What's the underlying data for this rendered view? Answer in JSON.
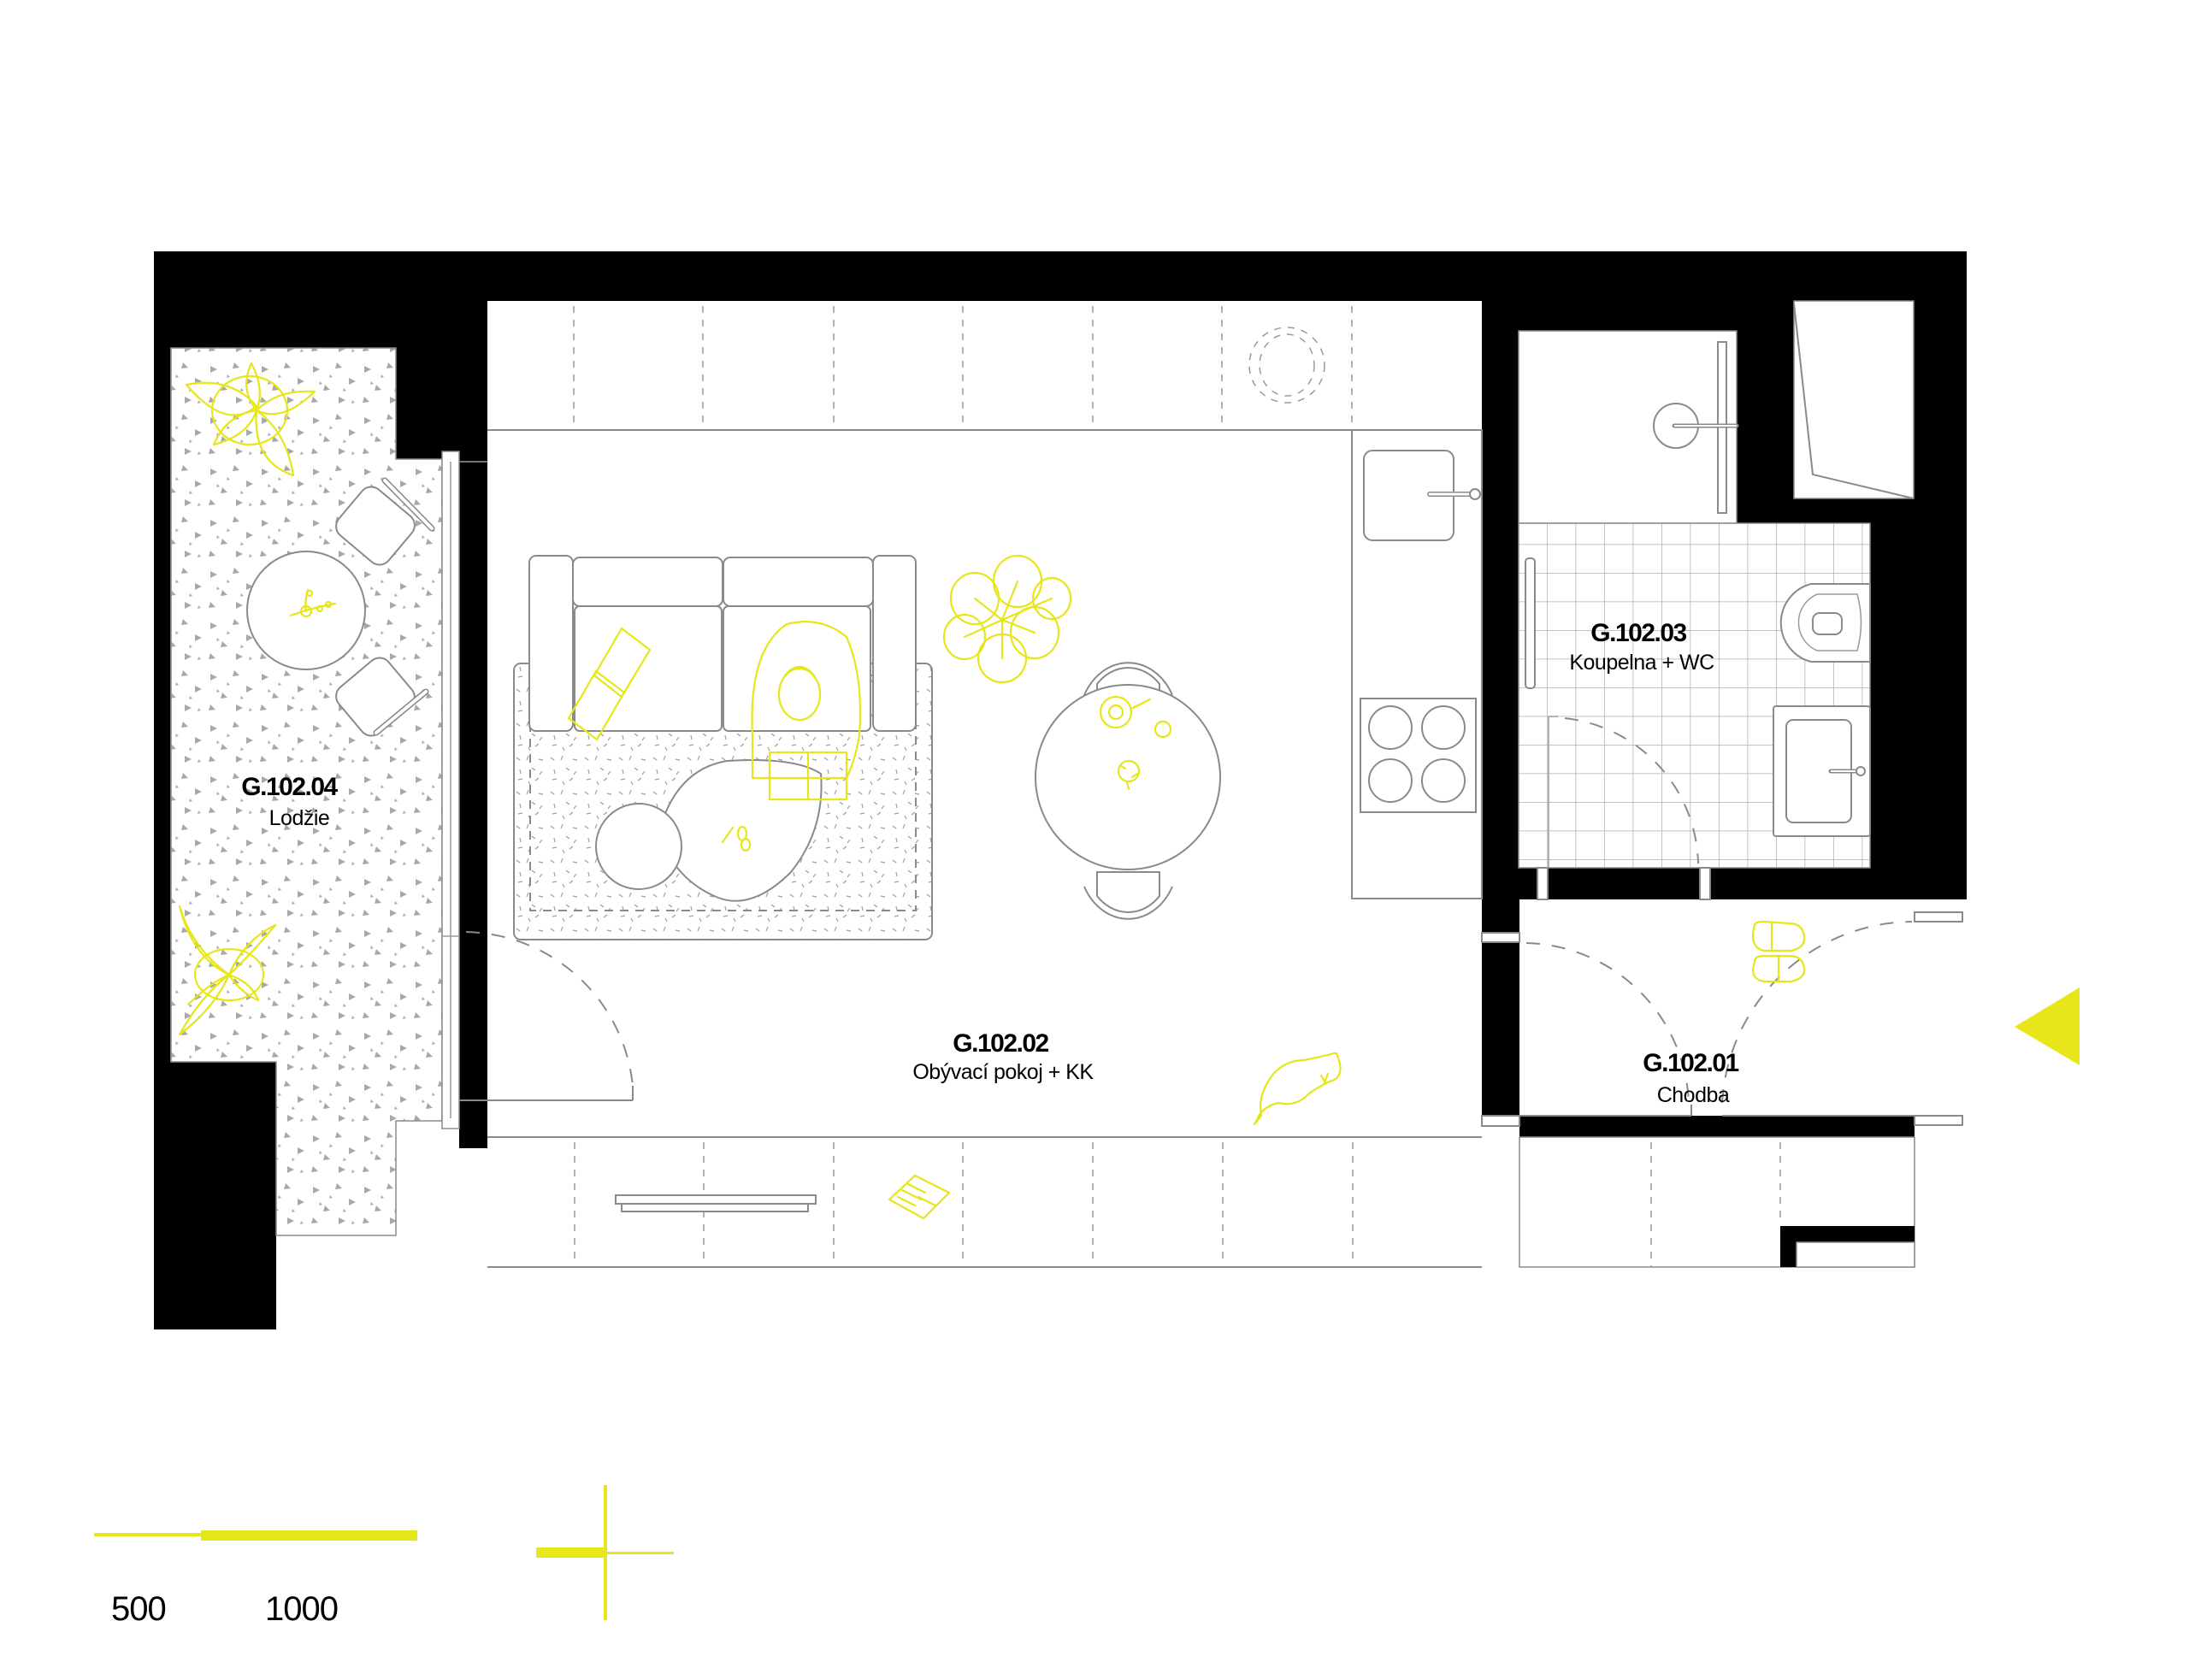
{
  "rooms": [
    {
      "code": "G.102.01",
      "name": "Chodba"
    },
    {
      "code": "G.102.02",
      "name": "Obývací pokoj + KK"
    },
    {
      "code": "G.102.03",
      "name": "Koupelna + WC"
    },
    {
      "code": "G.102.04",
      "name": "Lodžie"
    }
  ],
  "scale_bar": {
    "labels": [
      "500",
      "1000"
    ],
    "unit_hint": "mm"
  },
  "icons": {
    "entrance": "entrance-arrow-icon",
    "north": "north-cross-icon"
  },
  "colors": {
    "accent": "#e6e619",
    "wall": "#000000",
    "line": "#8a8a8a",
    "background": "#ffffff"
  }
}
